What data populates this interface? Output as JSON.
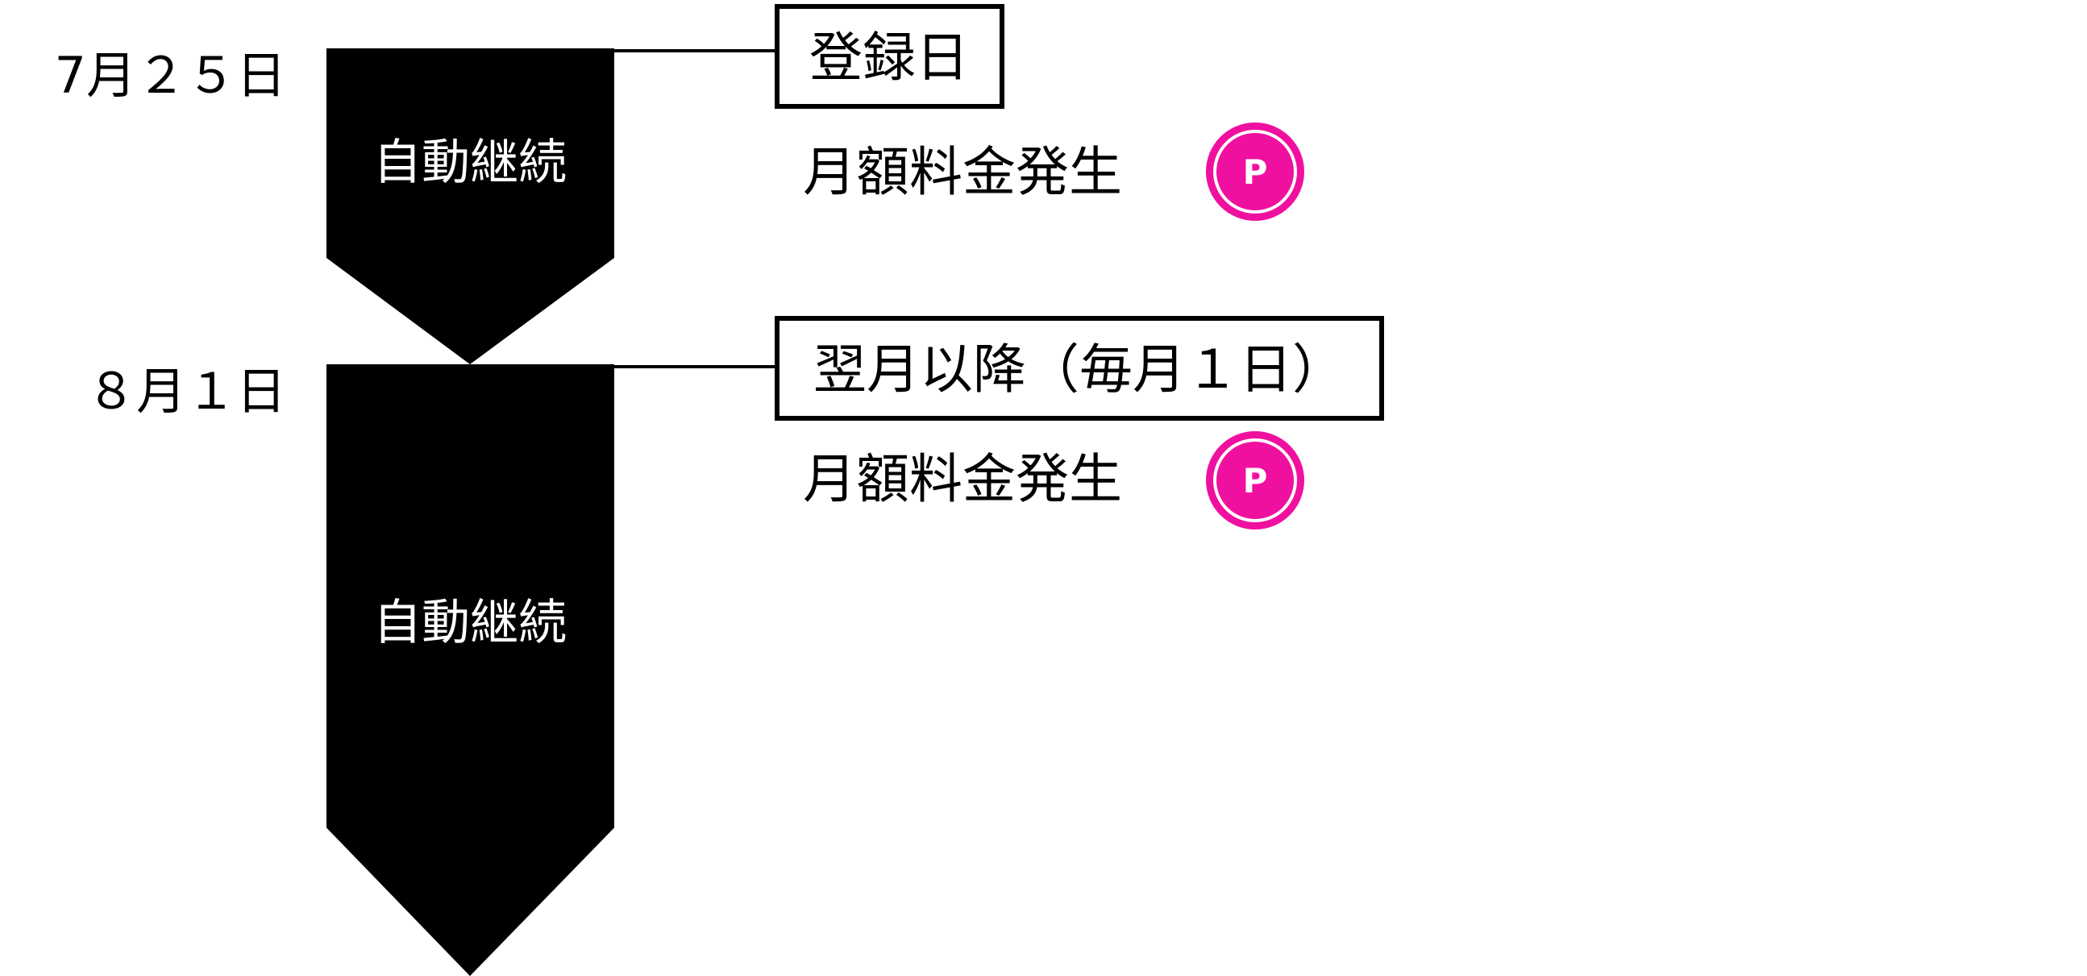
{
  "timeline": {
    "stage1": {
      "date": "7月２５日",
      "shape_label": "自動継続",
      "box_label": "登録日",
      "fee_label": "月額料金発生",
      "coin_symbol": "P"
    },
    "stage2": {
      "date": "８月１日",
      "shape_label": "自動継続",
      "box_label": "翌月以降（毎月１日）",
      "fee_label": "月額料金発生",
      "coin_symbol": "P"
    }
  },
  "colors": {
    "arrow_fill": "#000000",
    "shape_text": "#ffffff",
    "accent_coin": "#f0109f",
    "box_border": "#000000"
  }
}
